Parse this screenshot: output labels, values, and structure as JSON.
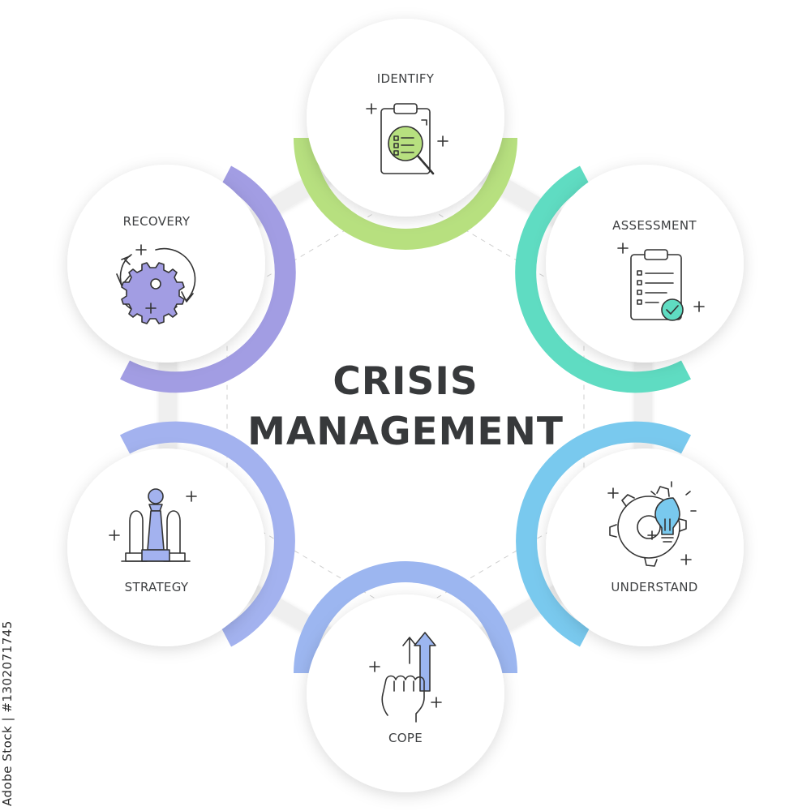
{
  "title": {
    "line1": "CRISIS",
    "line2": "MANAGEMENT"
  },
  "steps": [
    {
      "label": "IDENTIFY",
      "icon": "clipboard-magnifier-icon",
      "color": "#b7e07f"
    },
    {
      "label": "ASSESSMENT",
      "icon": "clipboard-check-icon",
      "color": "#5fdcc2"
    },
    {
      "label": "UNDERSTAND",
      "icon": "gear-lightbulb-icon",
      "color": "#79c9ee"
    },
    {
      "label": "COPE",
      "icon": "fist-arrows-icon",
      "color": "#9cb6f0"
    },
    {
      "label": "STRATEGY",
      "icon": "chess-pieces-icon",
      "color": "#a3b2ef"
    },
    {
      "label": "RECOVERY",
      "icon": "gear-cycle-icon",
      "color": "#a29de3"
    }
  ],
  "stock_watermark": "Adobe Stock | #1302071745",
  "colors": {
    "title_text": "#37393b",
    "ring_base": "#eeeeee",
    "icon_stroke": "#333333"
  }
}
